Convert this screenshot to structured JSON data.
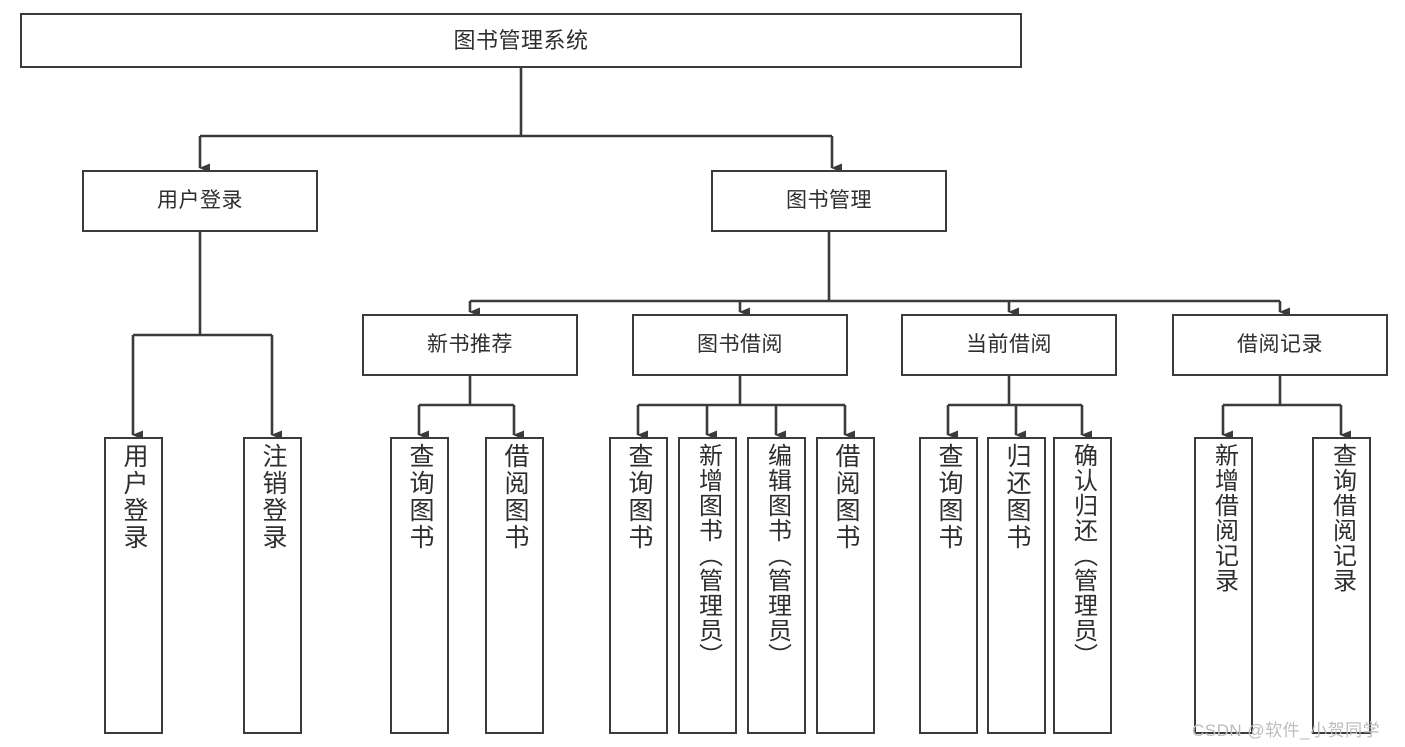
{
  "diagram": {
    "type": "tree",
    "title": "图书管理系统",
    "watermark": "CSDN @软件_小贺同学",
    "colors": {
      "box_border": "#3b3b3b",
      "box_fill": "#ffffff",
      "connector": "#3b3b3b",
      "text": "#2e2e2e",
      "watermark": "#bcbcbc"
    },
    "nodes": {
      "root": {
        "label": "图书管理系统"
      },
      "level2": [
        {
          "label": "用户登录"
        },
        {
          "label": "图书管理"
        }
      ],
      "level3": [
        {
          "label": "新书推荐"
        },
        {
          "label": "图书借阅"
        },
        {
          "label": "当前借阅"
        },
        {
          "label": "借阅记录"
        }
      ],
      "leaves": {
        "user_login": [
          {
            "label": "用户登录"
          },
          {
            "label": "注销登录"
          }
        ],
        "new_book": [
          {
            "label": "查询图书"
          },
          {
            "label": "借阅图书"
          }
        ],
        "borrow": [
          {
            "label": "查询图书"
          },
          {
            "label": "新增图书（管理员）"
          },
          {
            "label": "编辑图书（管理员）"
          },
          {
            "label": "借阅图书"
          }
        ],
        "current": [
          {
            "label": "查询图书"
          },
          {
            "label": "归还图书"
          },
          {
            "label": "确认归还（管理员）"
          }
        ],
        "records": [
          {
            "label": "新增借阅记录"
          },
          {
            "label": "查询借阅记录"
          }
        ]
      }
    }
  }
}
